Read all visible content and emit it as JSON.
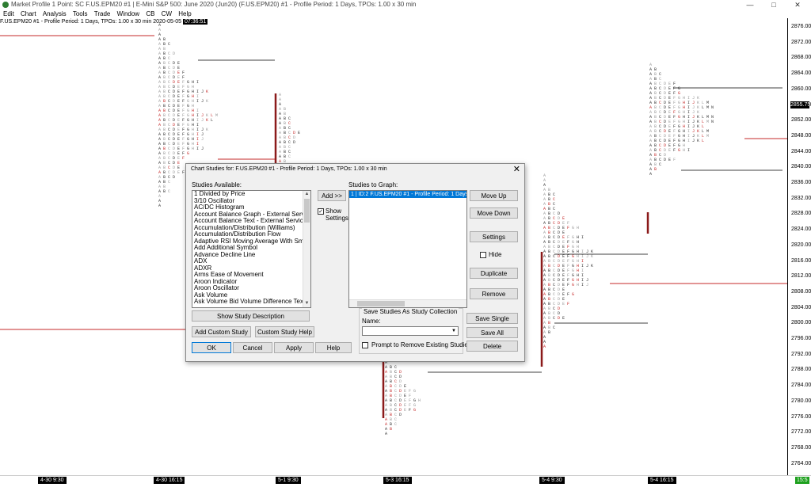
{
  "window": {
    "title": "Market Profile 1 Point: SC F.US.EPM20  #1 | E-Mini S&P 500: June 2020 (Jun20) (F.US.EPM20)  #1 - Profile Period: 1 Days, TPOs: 1.00 x 30 min",
    "minimize": "—",
    "maximize": "□",
    "close": "✕"
  },
  "menu": [
    "Edit",
    "Chart",
    "Analysis",
    "Tools",
    "Trade",
    "Window",
    "CB",
    "CW",
    "Help"
  ],
  "chart_header": {
    "text": "F.US.EPM20  #1 - Profile Period: 1 Days, TPOs: 1.00 x 30 min   2020-05-05",
    "timestamp": "07:36:51"
  },
  "price_axis": {
    "labels": [
      "2876.00",
      "2872.00",
      "2868.00",
      "2864.00",
      "2860.00",
      "2856.00",
      "2852.00",
      "2848.00",
      "2844.00",
      "2840.00",
      "2836.00",
      "2832.00",
      "2828.00",
      "2824.00",
      "2820.00",
      "2816.00",
      "2812.00",
      "2808.00",
      "2804.00",
      "2800.00",
      "2796.00",
      "2792.00",
      "2788.00",
      "2784.00",
      "2780.00",
      "2776.00",
      "2772.00",
      "2768.00",
      "2764.00"
    ],
    "last_price": "2855.75"
  },
  "time_axis": {
    "labels": [
      "4-30  9:30",
      "4-30  16:15",
      "5-1  9:30",
      "5-3  16:15",
      "5-4  9:30",
      "5-4  16:15"
    ],
    "right_badge": "15:5"
  },
  "dialog": {
    "title": "Chart Studies for: F.US.EPM20  #1 - Profile Period: 1 Days, TPOs: 1.00 x 30 min",
    "close": "✕",
    "studies_available_label": "Studies Available:",
    "studies_available": [
      "1 Divided by Price",
      "3/10 Oscillator",
      "AC/DC Histogram",
      "Account Balance Graph - External Service",
      "Account Balance Text - External Service",
      "Accumulation/Distribution (Williams)",
      "Accumulation/Distribution Flow",
      "Adaptive RSI Moving Average With Smoothing",
      "Add Additional Symbol",
      "Advance Decline Line",
      "ADX",
      "ADXR",
      "Arms Ease of Movement",
      "Aroon Indicator",
      "Aroon Oscillator",
      "Ask Volume",
      "Ask Volume Bid Volume Difference Text"
    ],
    "add_button": "Add >>",
    "show_settings_label": "Show Settings",
    "show_settings_checked": true,
    "studies_to_graph_label": "Studies to Graph:",
    "studies_to_graph": [
      "1 | ID:2 F.US.EPM20  #1 - Profile Period: 1 Days"
    ],
    "move_up": "Move Up",
    "move_down": "Move Down",
    "settings": "Settings",
    "hide_label": "Hide",
    "duplicate": "Duplicate",
    "remove": "Remove",
    "show_study_description": "Show Study Description",
    "save_group_label": "Save Studies As Study Collection",
    "name_label": "Name:",
    "name_value": "",
    "save_single": "Save Single",
    "save_all": "Save All",
    "delete": "Delete",
    "prompt_remove_label": "Prompt to Remove Existing Studies",
    "add_custom_study": "Add Custom Study",
    "custom_study_help": "Custom Study Help",
    "ok": "OK",
    "cancel": "Cancel",
    "apply": "Apply",
    "help": "Help"
  }
}
